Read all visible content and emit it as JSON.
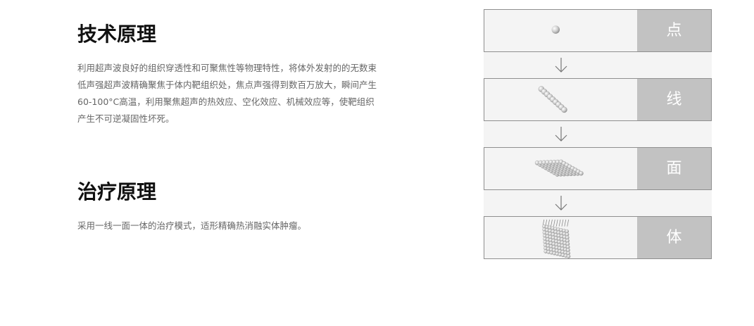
{
  "tech": {
    "title": "技术原理",
    "body": "利用超声波良好的组织穿透性和可聚焦性等物理特性，将体外发射的的无数束低声强超声波精确聚焦于体内靶组织处，焦点声强得到数百万放大，瞬间产生60-100°C高温，利用聚焦超声的热效应、空化效应、机械效应等，使靶组织产生不可逆凝固性坏死。"
  },
  "treatment": {
    "title": "治疗原理",
    "body": "采用一线一面一体的治疗模式，适形精确热消融实体肿瘤。"
  },
  "stages": [
    {
      "label": "点",
      "icon": "dot-icon"
    },
    {
      "label": "线",
      "icon": "line-icon"
    },
    {
      "label": "面",
      "icon": "plane-icon"
    },
    {
      "label": "体",
      "icon": "volume-icon"
    }
  ]
}
